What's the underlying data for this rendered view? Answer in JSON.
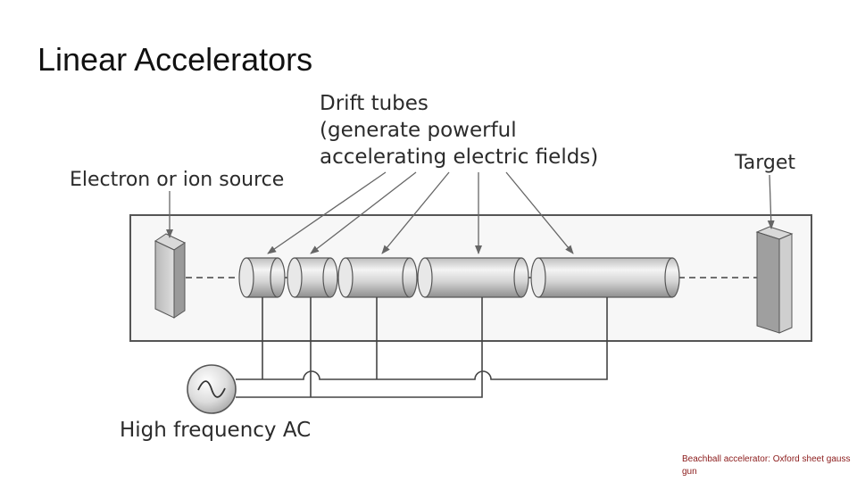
{
  "slide": {
    "title": "Linear Accelerators"
  },
  "diagram": {
    "labels": {
      "drift_tubes_line1": "Drift tubes",
      "drift_tubes_line2": "(generate powerful",
      "drift_tubes_line3": "accelerating electric fields)",
      "source": "Electron or ion source",
      "target": "Target",
      "ac": "High frequency AC"
    },
    "components": {
      "drift_tube_count": 5
    }
  },
  "footnote": {
    "text": "Beachball accelerator: Oxford sheet gauss gun"
  },
  "colors": {
    "title": "#111111",
    "label": "#2b2b2b",
    "footnote": "#8b1a1a",
    "line": "#555555"
  }
}
